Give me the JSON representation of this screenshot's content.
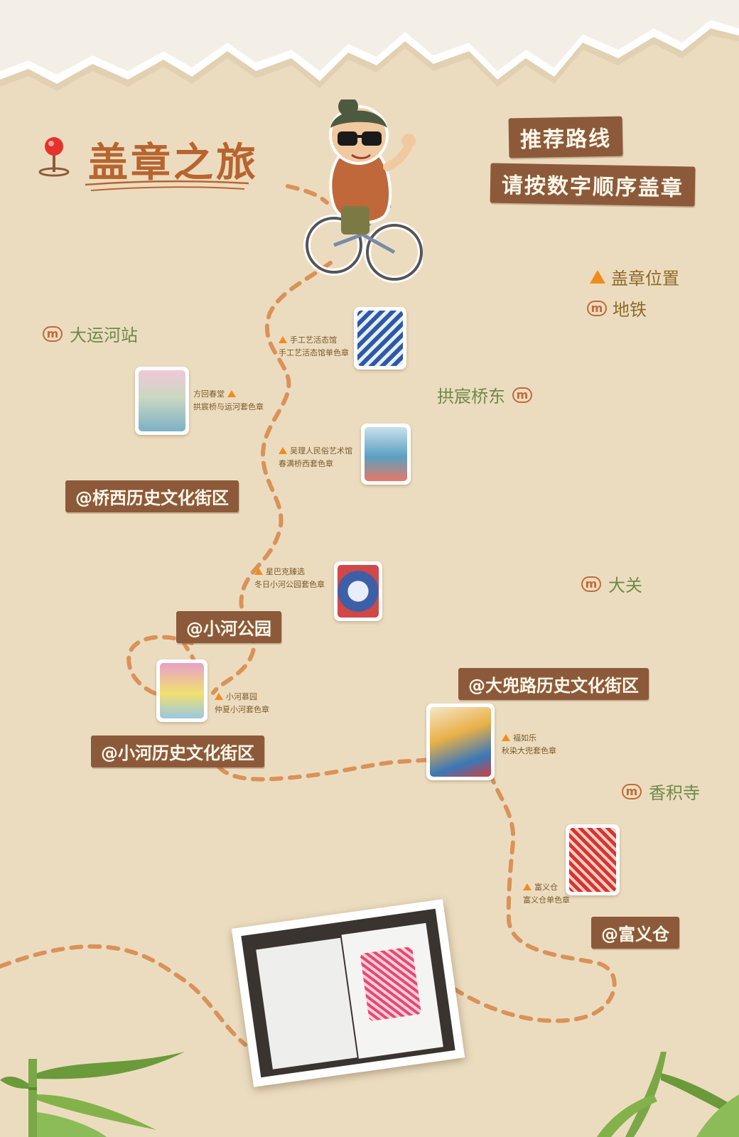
{
  "header": {
    "title": "盖章之旅",
    "route_banner_1": "推荐路线",
    "route_banner_2": "请按数字顺序盖章"
  },
  "legend": {
    "stamp_location": "盖章位置",
    "subway": "地铁"
  },
  "stations": {
    "dayunhe": "大运河站",
    "gongchenqiao_east": "拱宸桥东",
    "daguan": "大关",
    "xiangjisi": "香积寺"
  },
  "areas": {
    "qiaoxi": "@桥西历史文化街区",
    "xiaohe_park": "@小河公园",
    "xiaohe_street": "@小河历史文化街区",
    "dadou_road": "@大兜路历史文化街区",
    "fuyicang": "@富义仓"
  },
  "stamps": {
    "s1_place": "手工艺活态馆",
    "s1_desc": "手工艺活态馆单色章",
    "s2_place": "方回春堂",
    "s2_desc": "拱宸桥与运河套色章",
    "s3_place": "吴理人民俗艺术馆",
    "s3_desc": "春满桥西套色章",
    "s4_place": "星巴克臻选",
    "s4_desc": "冬日小河公园套色章",
    "s5_place": "小河慕园",
    "s5_desc": "仲夏小河套色章",
    "s6_place": "福如乐",
    "s6_desc": "秋染大兜套色章",
    "s7_place": "富义仓",
    "s7_desc": "富义仓单色章"
  },
  "colors": {
    "background": "#ecdcbf",
    "banner": "#8c5a3a",
    "title": "#b8642f",
    "route": "#d9925a",
    "marker": "#f08c1e",
    "station_text": "#6e8a4a"
  }
}
